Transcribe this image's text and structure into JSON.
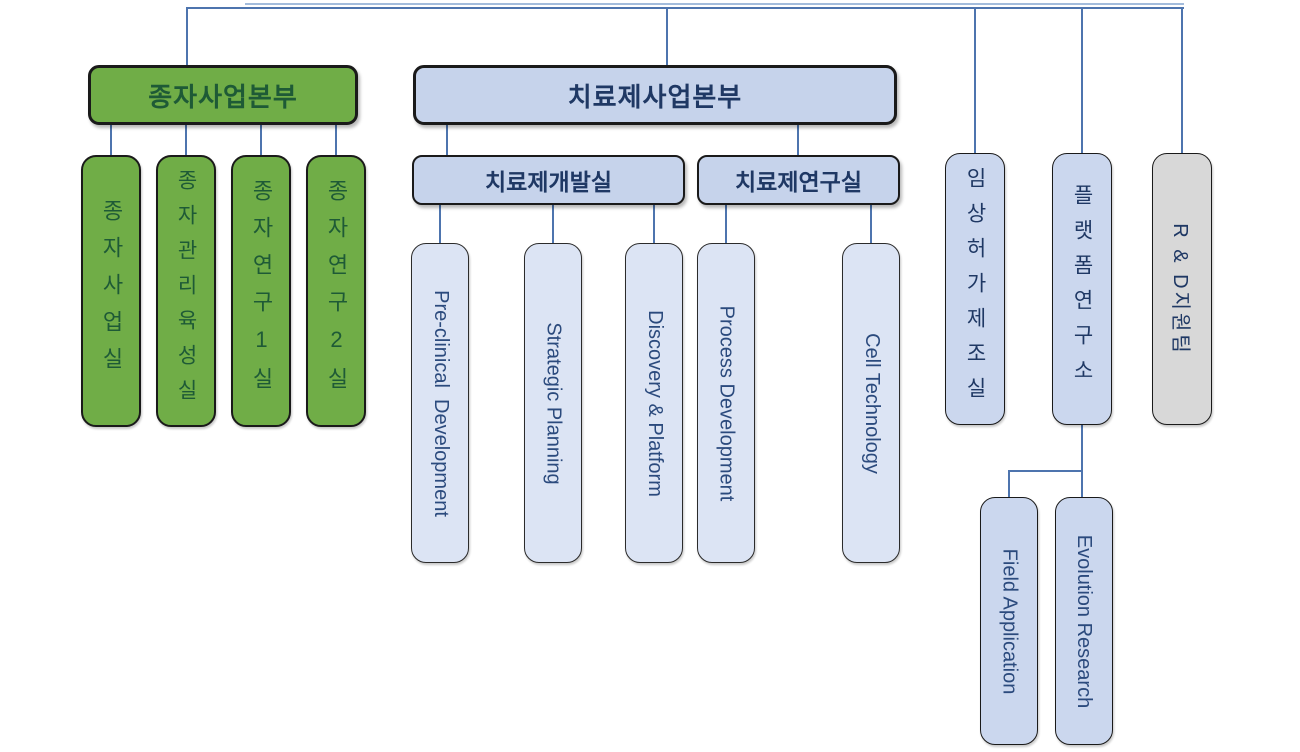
{
  "colors": {
    "green_fill": "#70AD47",
    "green_text": "#1E5A36",
    "blue_fill": "#C6D3EB",
    "mid_blue_fill": "#CBD7EE",
    "light_blue_fill": "#DCE4F4",
    "gray_fill": "#D8D8D8",
    "navy_text": "#1F3864",
    "eng_text": "#2B4A7D",
    "connector": "#4D74AE",
    "connector_light": "#A3BCDC"
  },
  "seed_division": {
    "title": "종자사업본부",
    "departments": [
      "종자사업실",
      "종자관리육성실",
      "종자연구1실",
      "종자연구2실"
    ]
  },
  "therapeutics_division": {
    "title": "치료제사업본부",
    "development_office": {
      "title": "치료제개발실",
      "teams": [
        "Pre-clinical  Development",
        "Strategic Planning",
        "Discovery & Platform"
      ]
    },
    "research_office": {
      "title": "치료제연구실",
      "teams": [
        "Process Development",
        "Cell Technology"
      ]
    }
  },
  "direct_units": {
    "clinical_manufacturing": "임상허가제조실",
    "platform_institute": "플랫폼연구소",
    "rnd_support": "R & D지원팀"
  },
  "platform_institute_teams": [
    "Field Application",
    "Evolution Research"
  ]
}
